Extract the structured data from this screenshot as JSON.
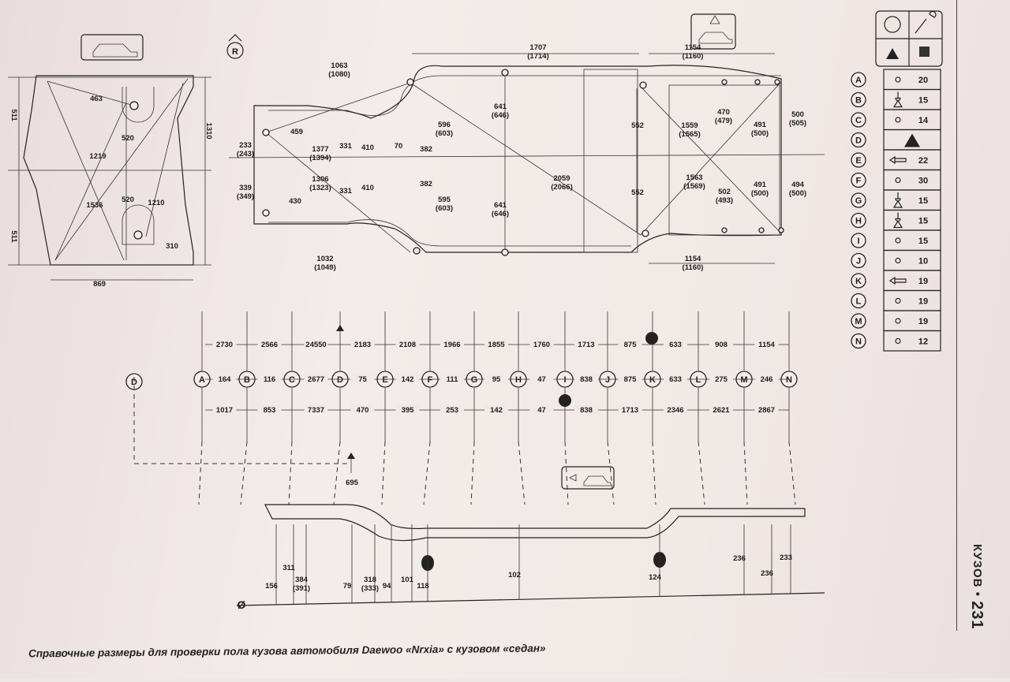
{
  "front_view": {
    "dims": [
      "463",
      "520",
      "1219",
      "1536",
      "520",
      "1210",
      "310",
      "869",
      "1310",
      "511",
      "511"
    ],
    "marker": "R"
  },
  "top_view": {
    "dims": [
      "1063",
      "(1080)",
      "1707",
      "(1714)",
      "1154",
      "(1160)",
      "459",
      "233",
      "(243)",
      "339",
      "(349)",
      "1377",
      "(1394)",
      "1306",
      "(1323)",
      "331",
      "331",
      "410",
      "410",
      "70",
      "382",
      "382",
      "596",
      "(603)",
      "595",
      "(603)",
      "641",
      "(646)",
      "641",
      "(646)",
      "2059",
      "(2066)",
      "552",
      "552",
      "1559",
      "(1565)",
      "1563",
      "(1569)",
      "470",
      "(479)",
      "491",
      "(500)",
      "491",
      "(500)",
      "502",
      "(493)",
      "500",
      "(505)",
      "494",
      "(500)",
      "430",
      "1032",
      "(1049)",
      "1154",
      "(1160)"
    ]
  },
  "ladder": {
    "points": [
      "A",
      "B",
      "C",
      "D",
      "E",
      "F",
      "G",
      "H",
      "I",
      "J",
      "K",
      "L",
      "M",
      "N"
    ],
    "side_point": "D",
    "top_row": [
      "2730",
      "2566",
      "24550",
      "2183",
      "2108",
      "1966",
      "1855",
      "1760",
      "1713",
      "875",
      "633",
      "908",
      "1154"
    ],
    "middle_row": [
      "164",
      "116",
      "2677",
      "75",
      "142",
      "111",
      "95",
      "47",
      "838",
      "875",
      "633",
      "275",
      "246"
    ],
    "bottom_row": [
      "1017",
      "853",
      "7337",
      "470",
      "395",
      "253",
      "142",
      "47",
      "838",
      "1713",
      "2346",
      "2621",
      "2867"
    ]
  },
  "side_view": {
    "dims": [
      "695",
      "156",
      "311",
      "384",
      "(391)",
      "79",
      "318",
      "(333)",
      "94",
      "101",
      "118",
      "102",
      "124",
      "236",
      "236",
      "233"
    ],
    "datum": "Ø"
  },
  "legend": {
    "symbols": [
      "circle-hole",
      "bolt",
      "triangle",
      "square"
    ],
    "rows": [
      {
        "letter": "A",
        "icon": "hole",
        "value": "20"
      },
      {
        "letter": "B",
        "icon": "bolt-triangle",
        "value": "15"
      },
      {
        "letter": "C",
        "icon": "hole",
        "value": "14"
      },
      {
        "letter": "D",
        "icon": "triangle",
        "value": ""
      },
      {
        "letter": "E",
        "icon": "bolt-horizontal",
        "value": "22"
      },
      {
        "letter": "F",
        "icon": "hole",
        "value": "30"
      },
      {
        "letter": "G",
        "icon": "bolt-triangle",
        "value": "15"
      },
      {
        "letter": "H",
        "icon": "bolt-triangle",
        "value": "15"
      },
      {
        "letter": "I",
        "icon": "hole",
        "value": "15"
      },
      {
        "letter": "J",
        "icon": "hole",
        "value": "10"
      },
      {
        "letter": "K",
        "icon": "bolt-horizontal",
        "value": "19"
      },
      {
        "letter": "L",
        "icon": "hole",
        "value": "19"
      },
      {
        "letter": "M",
        "icon": "hole",
        "value": "19"
      },
      {
        "letter": "N",
        "icon": "hole",
        "value": "12"
      }
    ]
  },
  "page": {
    "section": "КУЗОВ",
    "number": "231",
    "caption": "Справочные размеры для проверки пола кузова автомобиля Daewoo «Nrxia» с кузовом «седан»"
  }
}
